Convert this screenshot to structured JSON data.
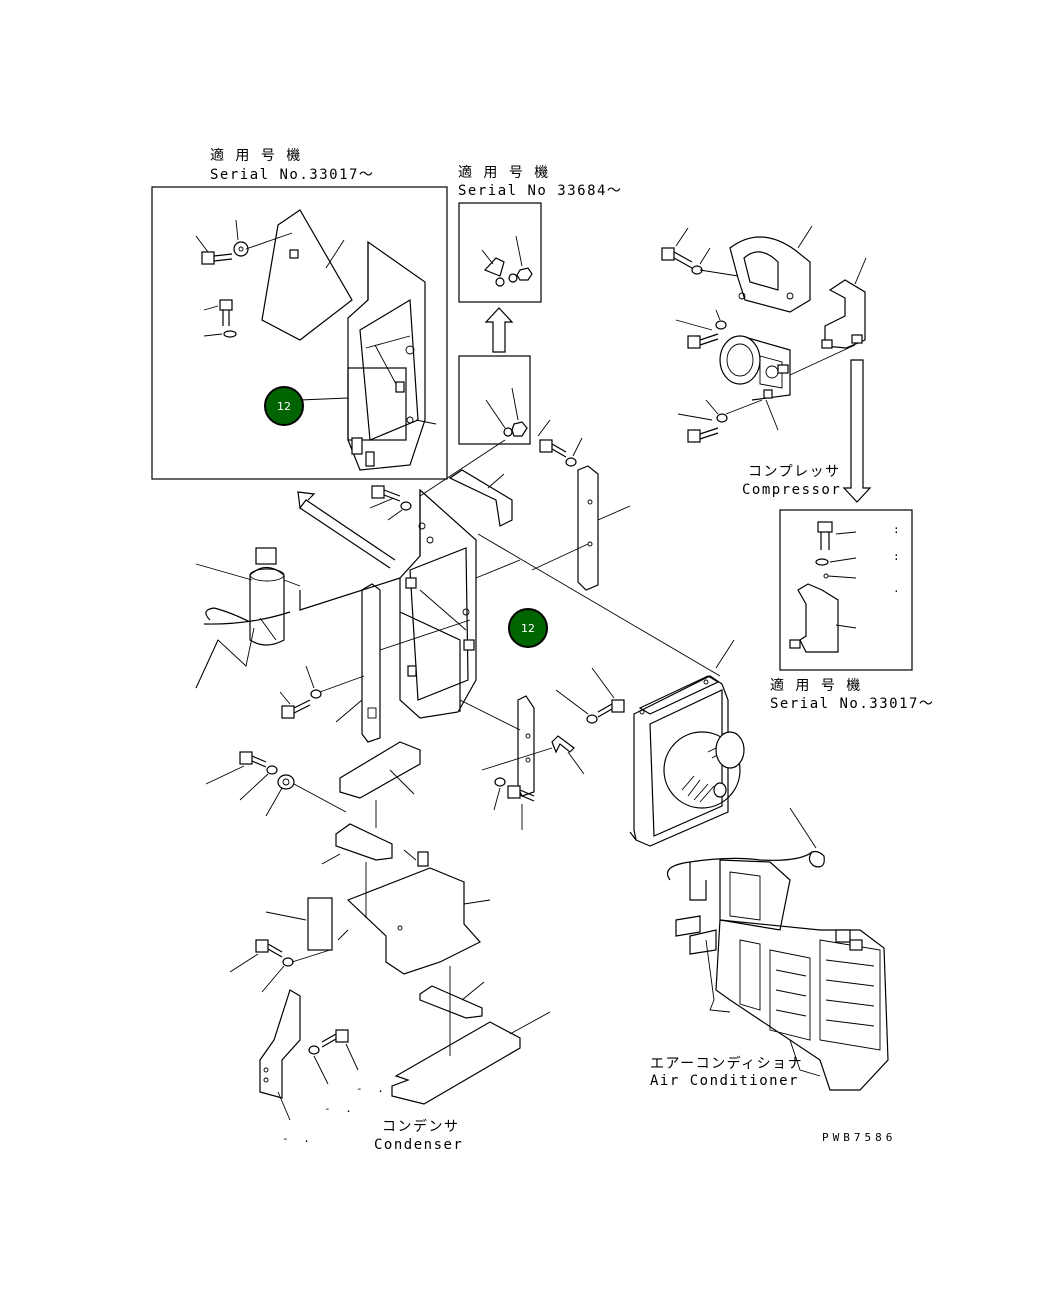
{
  "diagram": {
    "drawing_code": "PWB7586",
    "inset_top_left": {
      "applicable_jp": "適 用 号 機",
      "serial": "Serial No.33017～"
    },
    "inset_top_middle": {
      "applicable_jp": "適 用 号 機",
      "serial": "Serial No 33684～"
    },
    "inset_right": {
      "applicable_jp": "適 用 号 機",
      "serial": "Serial No.33017～"
    },
    "compressor": {
      "label_jp": "コンプレッサ",
      "label_en": "Compressor"
    },
    "condenser": {
      "label_jp": "コンデンサ",
      "label_en": "Condenser"
    },
    "air_conditioner": {
      "label_jp": "エアーコンディショナ",
      "label_en": "Air Conditioner"
    },
    "callouts": [
      {
        "number": "12",
        "color": "#006400"
      },
      {
        "number": "12",
        "color": "#006400"
      }
    ]
  }
}
